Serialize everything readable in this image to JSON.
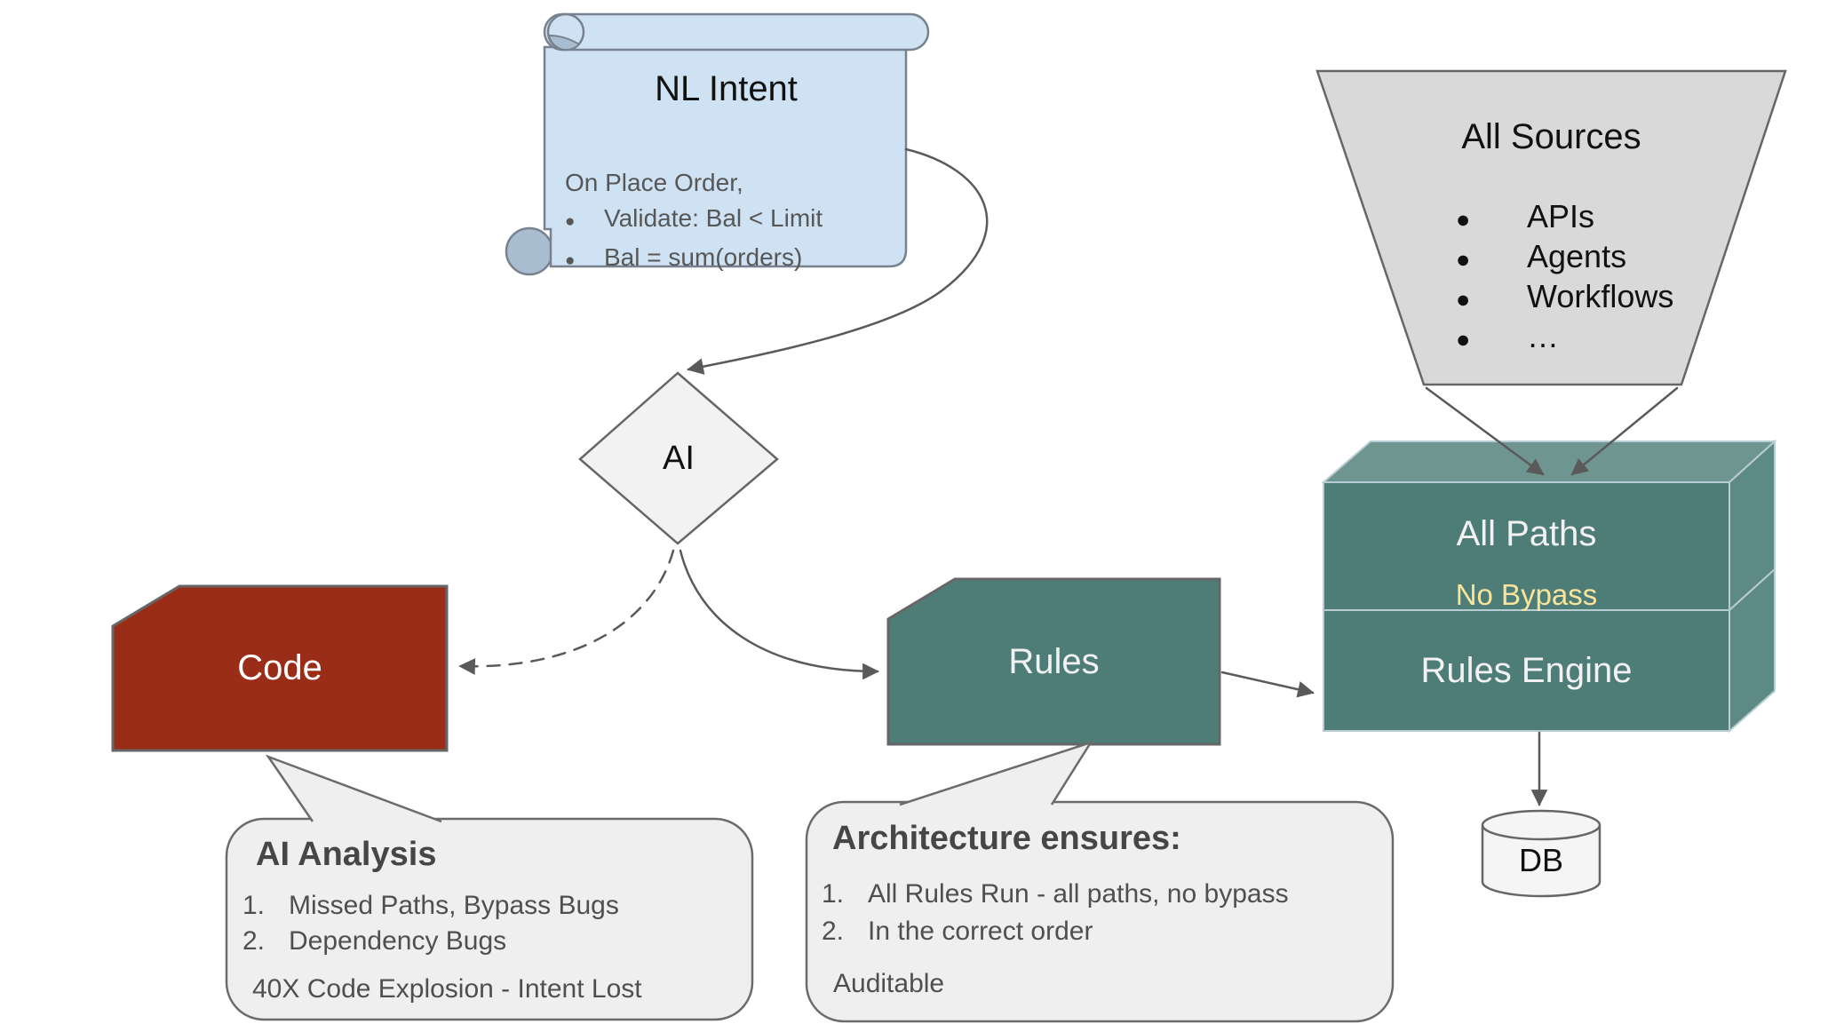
{
  "colors": {
    "background": "#ffffff",
    "arrow": "#5a5a5a",
    "shape_stroke": "#666666",
    "scroll_fill": "#cfe2f3",
    "scroll_curl": "#a9bdd1",
    "scroll_stroke": "#77828e",
    "scroll_text": "#575757",
    "trapezoid_fill": "#d9d9d9",
    "diamond_fill": "#f2f2f2",
    "code_fill": "#9a2d18",
    "teal_fill": "#4e7d78",
    "teal_top": "#6f9591",
    "teal_side": "#5d8a85",
    "box_stroke": "#b7cdd3",
    "no_bypass": "#f8e49b",
    "light_text": "#f2f2f2",
    "dark_text": "#111111",
    "bubble_fill": "#efefef",
    "bubble_stroke": "#6b6b6b",
    "bubble_text": "#4f4f4f",
    "bubble_heading": "#464646",
    "cylinder_fill": "#f5f5f5"
  },
  "glyphs": {
    "bullet": "●"
  },
  "scroll": {
    "title": "NL Intent",
    "intro": "On Place Order,",
    "items": [
      "Validate: Bal < Limit",
      "Bal = sum(orders)"
    ]
  },
  "sources": {
    "title": "All Sources",
    "items": [
      "APIs",
      "Agents",
      "Workflows",
      "…"
    ]
  },
  "ai_diamond": {
    "label": "AI"
  },
  "code_shape": {
    "label": "Code"
  },
  "rules_shape": {
    "label": "Rules"
  },
  "engine_box": {
    "top": "All Paths",
    "middle": "No Bypass",
    "bottom": "Rules Engine"
  },
  "db": {
    "label": "DB"
  },
  "ai_analysis": {
    "title": "AI Analysis",
    "items": [
      {
        "num": "1.",
        "text": "Missed Paths, Bypass Bugs"
      },
      {
        "num": "2.",
        "text": "Dependency Bugs"
      }
    ],
    "footer": "40X Code Explosion - Intent Lost"
  },
  "architecture": {
    "title": "Architecture ensures:",
    "items": [
      {
        "num": "1.",
        "text": "All Rules Run - all paths, no bypass"
      },
      {
        "num": "2.",
        "text": "In the correct order"
      }
    ],
    "footer": "Auditable"
  }
}
